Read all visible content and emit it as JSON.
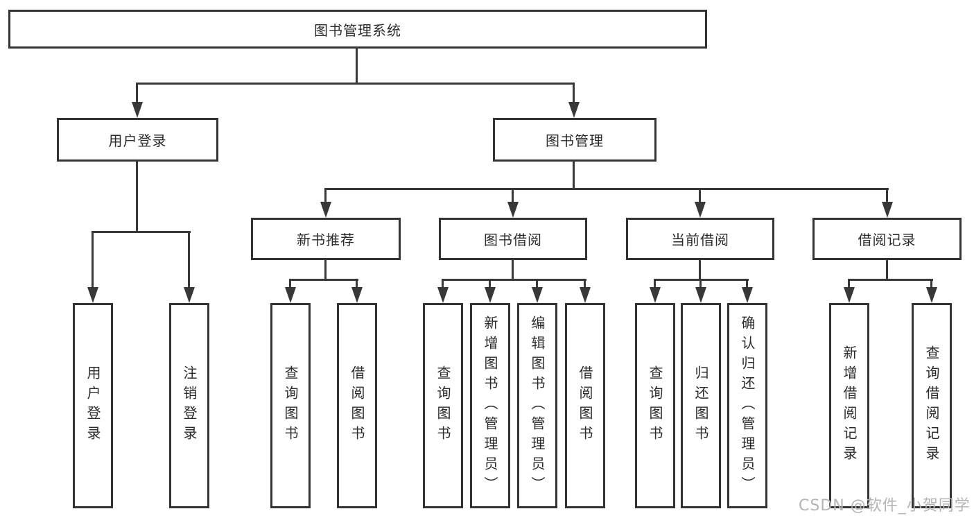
{
  "colors": {
    "background": "#ffffff",
    "line": "#383838",
    "box_border": "#333333",
    "text": "#2b2b2b",
    "watermark_color": "#b4b4b4"
  },
  "tree": {
    "root": {
      "label": "图书管理系统"
    },
    "level2": [
      {
        "label": "用户登录"
      },
      {
        "label": "图书管理"
      }
    ],
    "level3": [
      {
        "label": "新书推荐"
      },
      {
        "label": "图书借阅"
      },
      {
        "label": "当前借阅"
      },
      {
        "label": "借阅记录"
      }
    ],
    "leaves": {
      "user_login": [
        {
          "label": "用户登录"
        },
        {
          "label": "注销登录"
        }
      ],
      "new_book_recommend": [
        {
          "label": "查询图书"
        },
        {
          "label": "借阅图书"
        }
      ],
      "book_borrow": [
        {
          "label": "查询图书"
        },
        {
          "label": "新增图书（管理员）"
        },
        {
          "label": "编辑图书（管理员）"
        },
        {
          "label": "借阅图书"
        }
      ],
      "current_borrow": [
        {
          "label": "查询图书"
        },
        {
          "label": "归还图书"
        },
        {
          "label": "确认归还（管理员）"
        }
      ],
      "borrow_record": [
        {
          "label": "新增借阅记录"
        },
        {
          "label": "查询借阅记录"
        }
      ]
    }
  },
  "watermark": {
    "text": "CSDN @软件_小贺同学"
  }
}
